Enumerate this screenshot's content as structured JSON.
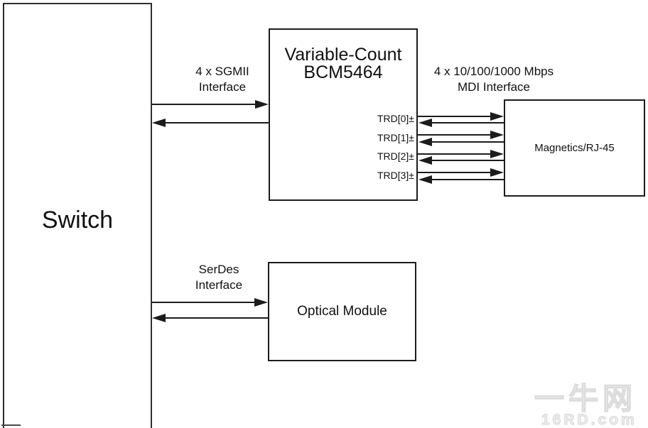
{
  "diagram": {
    "switch": {
      "label": "Switch"
    },
    "bcm": {
      "title_line1": "Variable-Count",
      "title_line2": "BCM5464",
      "pins": [
        "TRD[0]±",
        "TRD[1]±",
        "TRD[2]±",
        "TRD[3]±"
      ]
    },
    "magnetics": {
      "label": "Magnetics/RJ-45"
    },
    "optical": {
      "label": "Optical Module"
    },
    "links": {
      "sgmii": {
        "line1": "4 x SGMII",
        "line2": "Interface"
      },
      "mdi": {
        "line1": "4 x 10/100/1000 Mbps",
        "line2": "MDI Interface"
      },
      "serdes": {
        "line1": "SerDes",
        "line2": "Interface"
      }
    },
    "watermark": {
      "line1": "一牛网",
      "line2": "16RD.com"
    },
    "colors": {
      "line": "#1c1c1c",
      "text": "#111111",
      "watermark": "#e6e6e6",
      "background": "#ffffff"
    }
  }
}
